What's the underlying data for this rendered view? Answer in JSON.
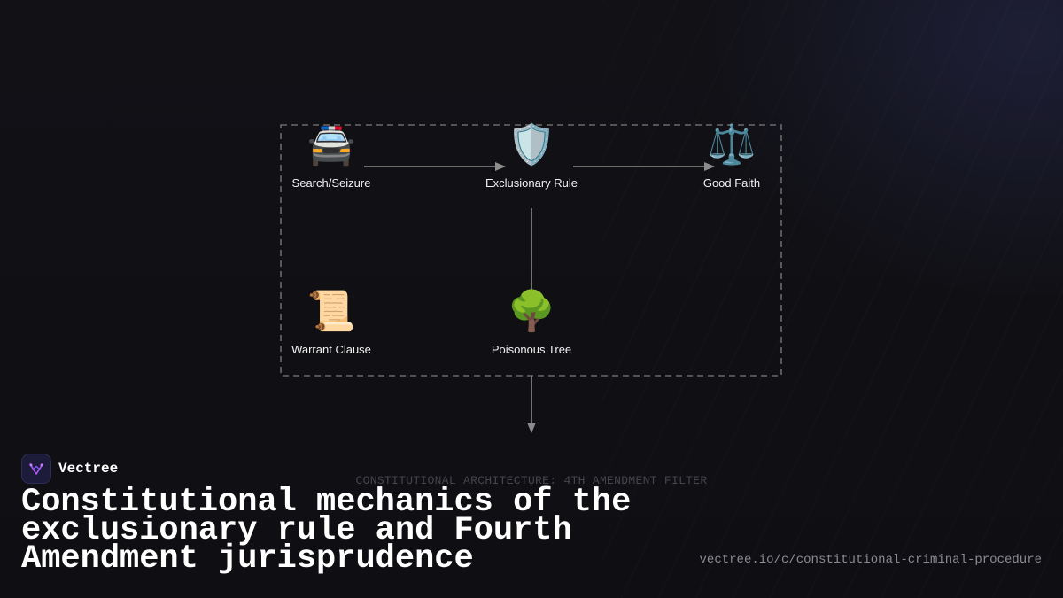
{
  "diagram": {
    "nodes": [
      {
        "id": "search",
        "emoji": "🚔",
        "label": "Search/Seizure"
      },
      {
        "id": "exclusionary",
        "emoji": "🛡️",
        "label": "Exclusionary Rule"
      },
      {
        "id": "good_faith",
        "emoji": "⚖️",
        "label": "Good Faith"
      },
      {
        "id": "warrant",
        "emoji": "📜",
        "label": "Warrant Clause"
      },
      {
        "id": "poisonous_tree",
        "emoji": "🌳",
        "label": "Poisonous Tree"
      }
    ],
    "edges": [
      {
        "from": "search",
        "to": "exclusionary"
      },
      {
        "from": "exclusionary",
        "to": "good_faith"
      },
      {
        "from": "exclusionary",
        "to": "poisonous_tree"
      }
    ],
    "caption": "CONSTITUTIONAL ARCHITECTURE: 4TH AMENDMENT FILTER",
    "colors": {
      "edge": "#8c8c8c",
      "frame": "#6a6a6a"
    }
  },
  "brand": {
    "name": "Vectree",
    "logo_icon": "vectree-logo-icon",
    "accent": "#b05cff"
  },
  "headline": "Constitutional mechanics of the exclusionary rule and Fourth Amendment jurisprudence",
  "source_url": "vectree.io/c/constitutional-criminal-procedure"
}
